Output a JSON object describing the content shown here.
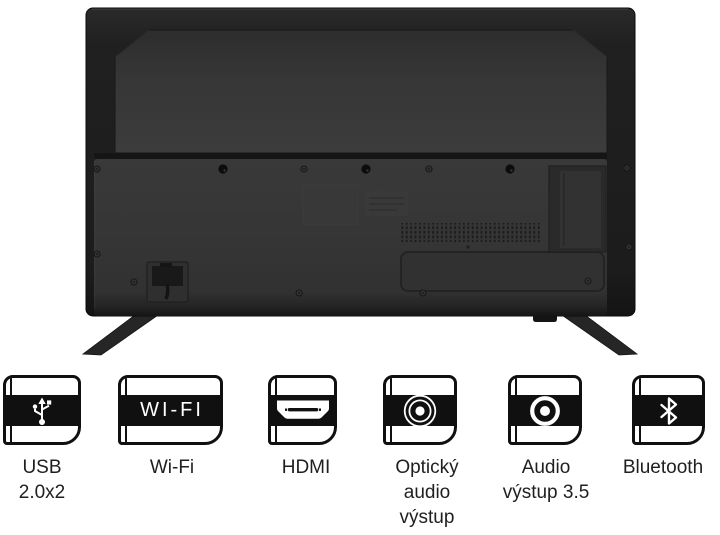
{
  "page": {
    "background": "#ffffff"
  },
  "tv": {
    "description": "rear view of a flat-screen TV on two splayed feet",
    "colors": {
      "frame": "#1f1f1f",
      "inset_panel_top": "#2e2e2e",
      "inset_panel_bottom": "#3c3c3c",
      "back_panel": "#353535",
      "stand": "#262626"
    }
  },
  "icon_style": {
    "border_color": "#101010",
    "band_color": "#101010",
    "glyph_color": "#ffffff",
    "box_background": "#ffffff"
  },
  "features": [
    {
      "id": "usb",
      "icon": "usb-icon",
      "label": "USB\n2.0x2"
    },
    {
      "id": "wifi",
      "icon": "wifi-icon",
      "icon_text": "WI-FI",
      "label": "Wi-Fi"
    },
    {
      "id": "hdmi",
      "icon": "hdmi-icon",
      "label": "HDMI"
    },
    {
      "id": "optical",
      "icon": "optical-audio-icon",
      "label": "Optický\naudio\nvýstup"
    },
    {
      "id": "audio35",
      "icon": "audio-jack-icon",
      "label": "Audio\nvýstup 3.5"
    },
    {
      "id": "bluetooth",
      "icon": "bluetooth-icon",
      "label": "Bluetooth"
    }
  ]
}
